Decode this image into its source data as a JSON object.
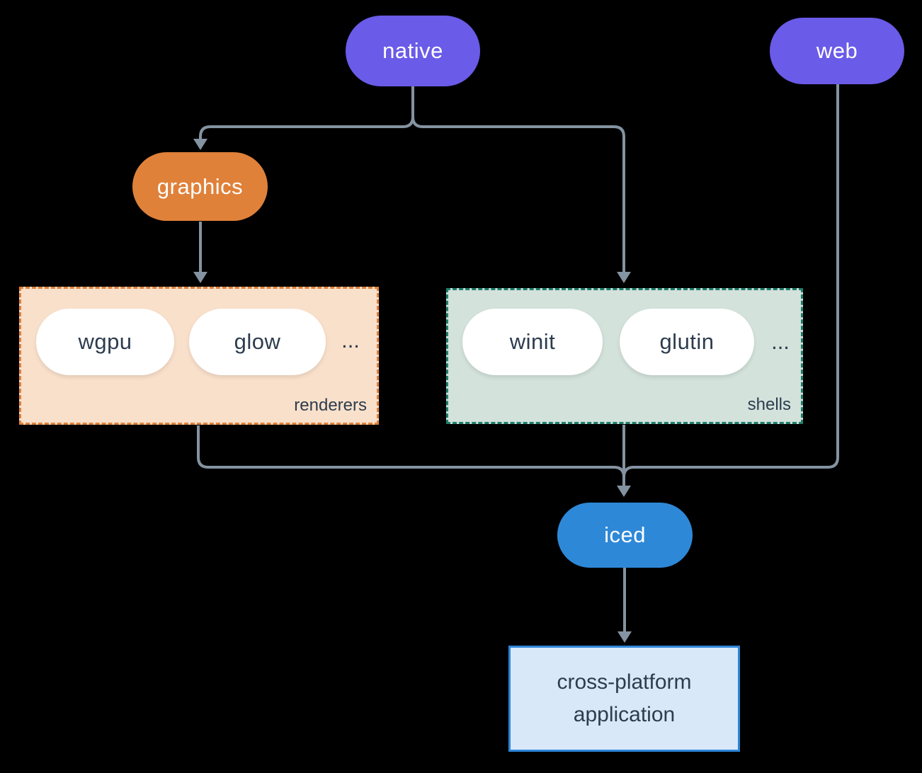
{
  "colors": {
    "background": "#000000",
    "connector": "#8493a1",
    "node_purple": "#6a5be8",
    "node_orange": "#e0813a",
    "node_blue": "#2e88d8",
    "renderers_fill": "#f9e0cb",
    "renderers_border": "#e0813a",
    "shells_fill": "#d3e2db",
    "shells_border": "#1e7e6c",
    "application_fill": "#d8e8f8",
    "application_border": "#2e85d8",
    "dark_text": "#2d3c4e",
    "light_text": "#ffffff"
  },
  "nodes": {
    "native": {
      "label": "native"
    },
    "web": {
      "label": "web"
    },
    "graphics": {
      "label": "graphics"
    },
    "iced": {
      "label": "iced"
    },
    "application": {
      "line1": "cross-platform",
      "line2": "application"
    }
  },
  "groups": {
    "renderers": {
      "label": "renderers",
      "ellipsis": "...",
      "items": [
        {
          "label": "wgpu"
        },
        {
          "label": "glow"
        }
      ]
    },
    "shells": {
      "label": "shells",
      "ellipsis": "...",
      "items": [
        {
          "label": "winit"
        },
        {
          "label": "glutin"
        }
      ]
    }
  },
  "edges": [
    {
      "from": "native",
      "to": "graphics"
    },
    {
      "from": "native",
      "to": "shells"
    },
    {
      "from": "graphics",
      "to": "renderers"
    },
    {
      "from": "renderers",
      "to": "iced"
    },
    {
      "from": "shells",
      "to": "iced"
    },
    {
      "from": "web",
      "to": "iced"
    },
    {
      "from": "iced",
      "to": "application"
    }
  ]
}
